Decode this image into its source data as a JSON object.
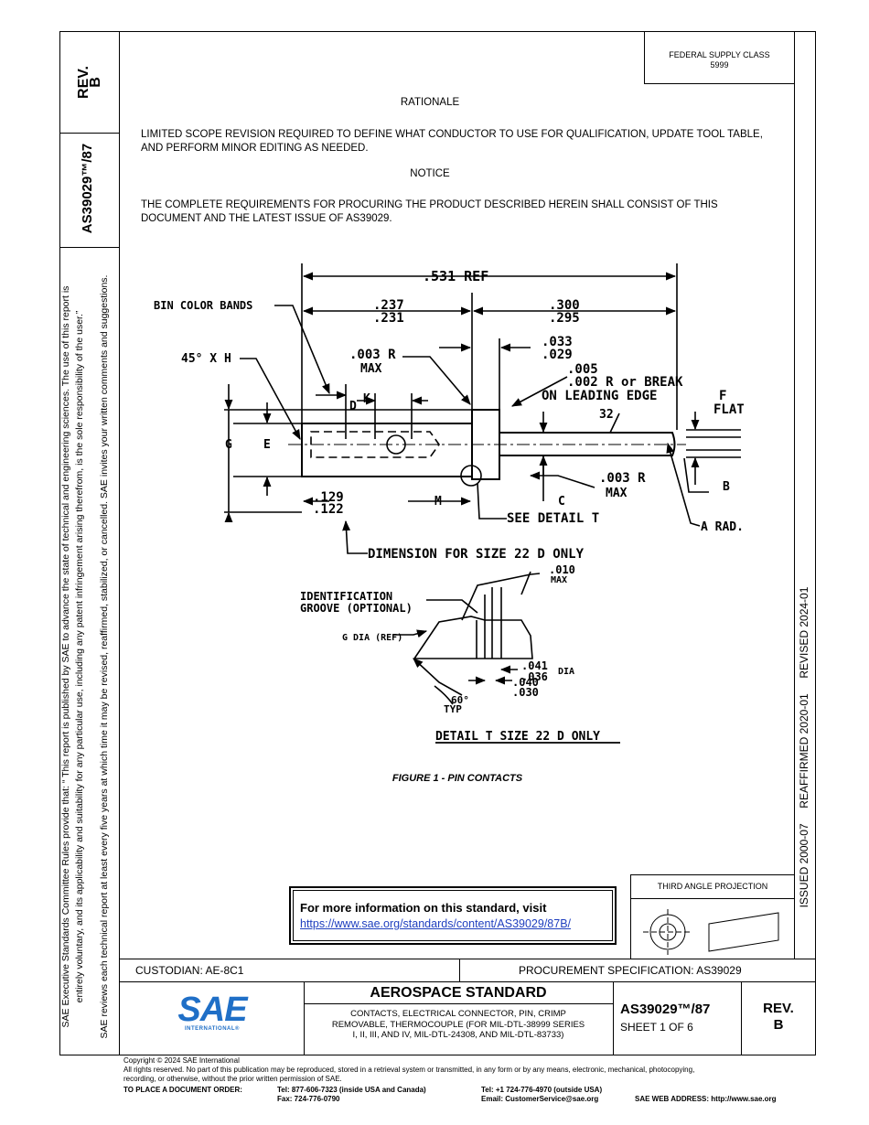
{
  "left_margin": {
    "rev_label": "REV.",
    "rev_value": "B",
    "doc_number": "AS39029™/87",
    "notice_line1": "SAE Executive Standards Committee Rules provide that: “  This report is published by SAE to advance the state of technical and engineering sciences. The use of this report is",
    "notice_line2": "entirely voluntary, and its applicability and suitability for any particular use, including any patent infringement arising therefrom, is the sole responsibility of the user.”",
    "notice_line3": "SAE reviews each technical report at least every five years at which time it may be revised, reaffirmed, stabilized, or cancelled. SAE invites your written comments and suggestions."
  },
  "right_margin": {
    "dates": "ISSUED 2000-07     REAFFIRMED 2020-01     REVISED 2024-01"
  },
  "header": {
    "supply_class_label": "FEDERAL SUPPLY CLASS",
    "supply_class_value": "5999"
  },
  "body": {
    "rationale_heading": "RATIONALE",
    "rationale_text": "LIMITED SCOPE REVISION REQUIRED TO DEFINE WHAT CONDUCTOR TO USE FOR QUALIFICATION, UPDATE TOOL TABLE, AND PERFORM MINOR EDITING AS NEEDED.",
    "notice_heading": "NOTICE",
    "notice_text": "THE COMPLETE REQUIREMENTS FOR PROCURING THE PRODUCT DESCRIBED HEREIN SHALL CONSIST OF THIS DOCUMENT AND THE LATEST ISSUE OF AS39029."
  },
  "drawing": {
    "ref_531": ".531 REF",
    "bin_color_bands": "BIN COLOR BANDS",
    "dim_237": ".237",
    "dim_231": ".231",
    "dim_300": ".300",
    "dim_295": ".295",
    "chamfer": "45° X H",
    "r003_max_a": ".003 R",
    "r003_max_a2": "MAX",
    "dim_033": ".033",
    "dim_029": ".029",
    "dim_005": ".005",
    "r002": ".002 R or BREAK",
    "leading_edge": "ON LEADING EDGE",
    "label_D": "D",
    "label_K": "K",
    "label_F": "F",
    "label_flat": "FLAT",
    "finish_32": "32",
    "label_G": "G",
    "label_E": "E",
    "r003_b": ".003 R",
    "r003_b2": "MAX",
    "label_B": "B",
    "dim_129": ".129",
    "dim_122": ".122",
    "label_M": "M",
    "label_C": "C",
    "see_detail": "SEE DETAIL T",
    "a_rad": "A RAD.",
    "dim_size22": "DIMENSION FOR SIZE 22 D ONLY",
    "dim_010": ".010",
    "dim_010_max": "MAX",
    "ident_groove_1": "IDENTIFICATION",
    "ident_groove_2": "GROOVE (OPTIONAL)",
    "g_dia": "G DIA (REF)",
    "dim_041": ".041",
    "dim_036": ".036",
    "dia": "DIA",
    "dim_040": ".040",
    "dim_030": ".030",
    "angle_60": "60°",
    "typ": "TYP",
    "detail_t": "DETAIL  T  SIZE  22 D ONLY"
  },
  "figure_caption": "FIGURE 1 - PIN CONTACTS",
  "info_box": {
    "heading": "For more information on this standard, visit",
    "url": "https://www.sae.org/standards/content/AS39029/87B/"
  },
  "projection": {
    "label": "THIRD ANGLE PROJECTION"
  },
  "title_block": {
    "custodian": "CUSTODIAN: AE-8C1",
    "procurement": "PROCUREMENT SPECIFICATION: AS39029",
    "logo_text": "SAE",
    "logo_sub": "INTERNATIONAL®",
    "standard_type": "AEROSPACE STANDARD",
    "title_line1": "CONTACTS, ELECTRICAL CONNECTOR, PIN, CRIMP",
    "title_line2": "REMOVABLE, THERMOCOUPLE (FOR MIL-DTL-38999 SERIES",
    "title_line3": "I, II, III, AND IV, MIL-DTL-24308, AND MIL-DTL-83733)",
    "doc_number": "AS39029™/87",
    "sheet": "SHEET 1 OF 6",
    "rev_label": "REV.",
    "rev_value": "B"
  },
  "footer": {
    "copyright": "Copyright © 2024 SAE International",
    "rights_line1": "All rights reserved. No part of this publication may be reproduced, stored in a retrieval system or transmitted, in any form or by any means, electronic, mechanical, photocopying,",
    "rights_line2": "recording, or otherwise, without the prior written permission of SAE.",
    "order_label": "TO PLACE A DOCUMENT ORDER:",
    "tel_usa": "Tel:  877-606-7323 (inside USA and Canada)",
    "fax": "Fax:  724-776-0790",
    "tel_outside": "Tel:  +1 724-776-4970 (outside USA)",
    "email": "Email:  CustomerService@sae.org",
    "web": "SAE WEB ADDRESS:  http://www.sae.org"
  }
}
